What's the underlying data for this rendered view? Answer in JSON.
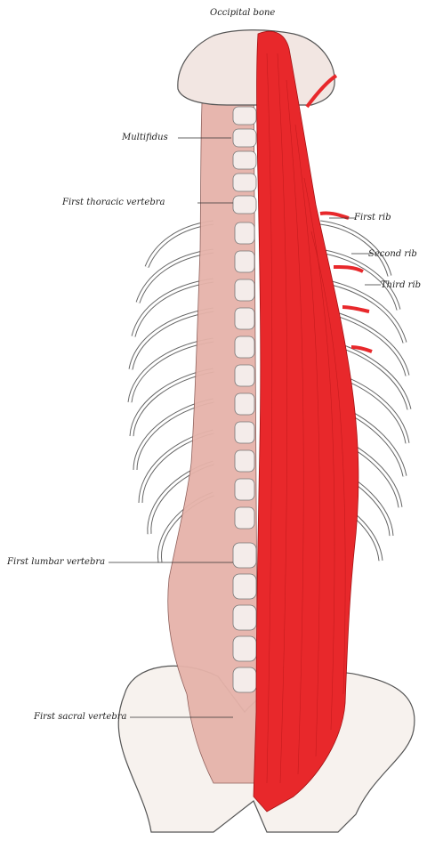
{
  "labels": {
    "occipital_bone": "Occipital bone",
    "multifidus": "Multifidus",
    "first_thoracic_vertebra": "First thoracic vertebra",
    "first_rib": "First rib",
    "second_rib": "Second rib",
    "third_rib": "Third rib",
    "first_lumbar_vertebra": "First lumbar vertebra",
    "first_sacral_vertebra": "First sacral vertebra"
  },
  "colors": {
    "muscle_red": "#e8282b",
    "muscle_pink": "#e6b3aa",
    "bone_outline": "#555555"
  }
}
